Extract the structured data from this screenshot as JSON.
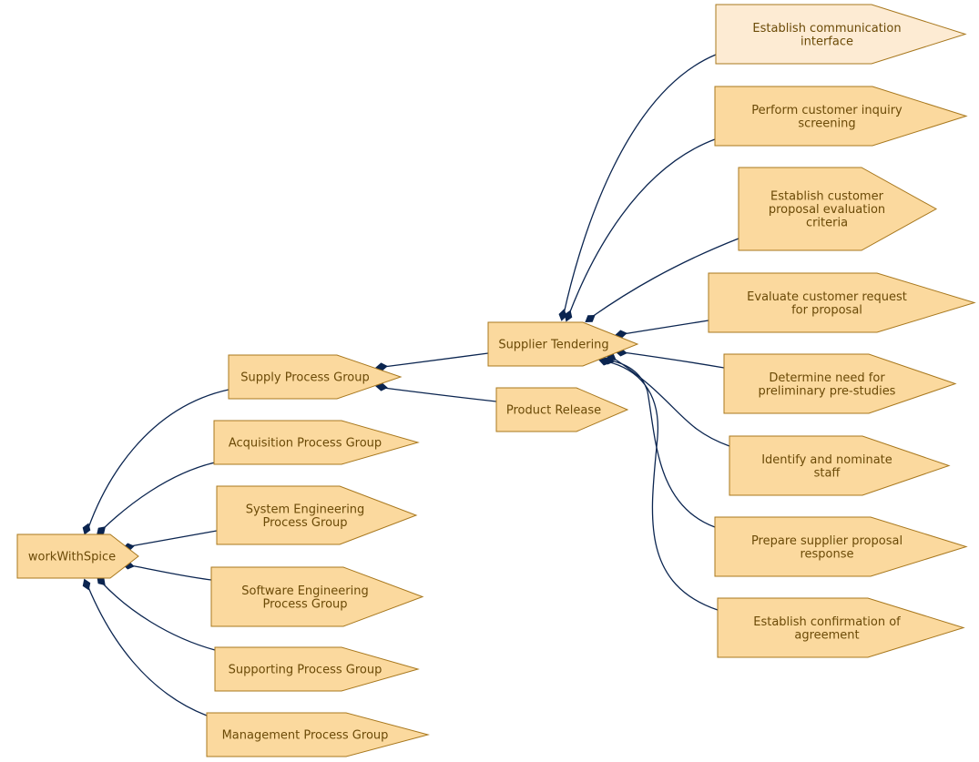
{
  "colors": {
    "node_fill": "#fbd99e",
    "node_fill_highlight": "#fdebd3",
    "node_stroke": "#a8781e",
    "text": "#6b4a07",
    "edge": "#0b2550"
  },
  "nodes": {
    "root": {
      "lines": [
        "workWithSpice"
      ]
    },
    "supply": {
      "lines": [
        "Supply Process Group"
      ]
    },
    "acquisition": {
      "lines": [
        "Acquisition Process Group"
      ]
    },
    "system_eng": {
      "lines": [
        "System Engineering",
        "Process Group"
      ]
    },
    "software_eng": {
      "lines": [
        "Software Engineering",
        "Process Group"
      ]
    },
    "supporting": {
      "lines": [
        "Supporting Process Group"
      ]
    },
    "management": {
      "lines": [
        "Management Process Group"
      ]
    },
    "supplier_tendering": {
      "lines": [
        "Supplier Tendering"
      ]
    },
    "product_release": {
      "lines": [
        "Product Release"
      ]
    },
    "establish_comm": {
      "lines": [
        "Establish communication",
        "interface"
      ]
    },
    "customer_inquiry": {
      "lines": [
        "Perform customer inquiry",
        "screening"
      ]
    },
    "eval_criteria": {
      "lines": [
        "Establish customer",
        "proposal evaluation",
        "criteria"
      ]
    },
    "evaluate_request": {
      "lines": [
        "Evaluate customer request",
        "for proposal"
      ]
    },
    "prestudies": {
      "lines": [
        "Determine need for",
        "preliminary pre-studies"
      ]
    },
    "staff": {
      "lines": [
        "Identify and nominate",
        "staff"
      ]
    },
    "proposal_response": {
      "lines": [
        "Prepare supplier proposal",
        "response"
      ]
    },
    "confirmation": {
      "lines": [
        "Establish confirmation of",
        "agreement"
      ]
    }
  }
}
